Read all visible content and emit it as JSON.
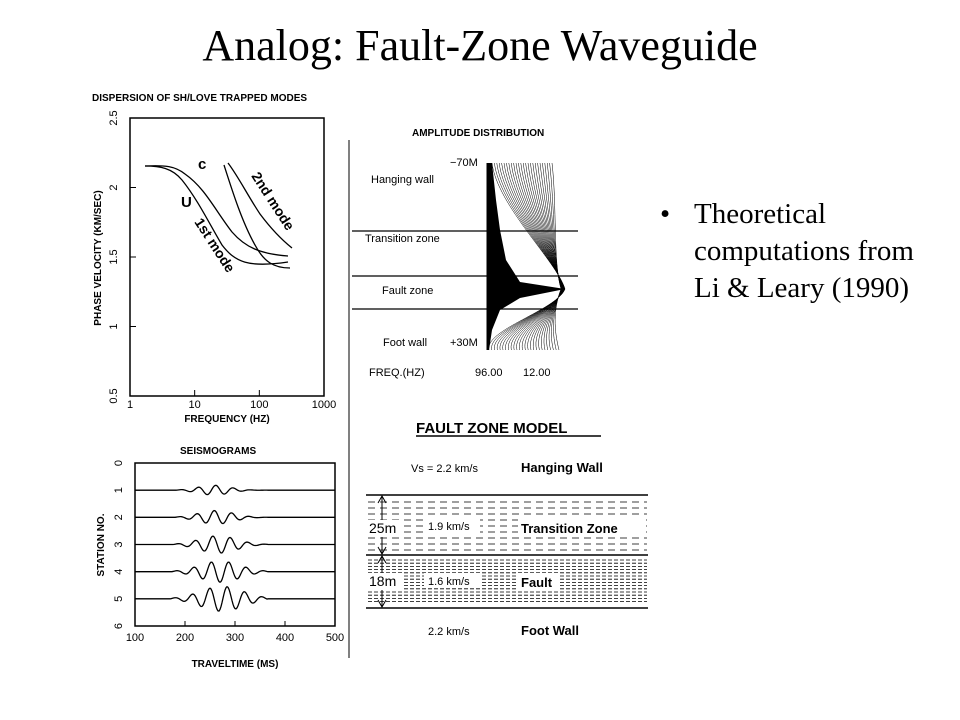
{
  "slide": {
    "title": "Analog:  Fault-Zone Waveguide",
    "bullets": [
      "Theoretical computations from Li & Leary (1990)"
    ]
  },
  "dispersion": {
    "title": "DISPERSION OF SH/LOVE TRAPPED MODES",
    "ylabel": "PHASE VELOCITY (KM/SEC)",
    "xlabel": "FREQUENCY (HZ)",
    "yticks": [
      "0.5",
      "1",
      "1.5",
      "2",
      "2.5"
    ],
    "xticks": [
      "1",
      "10",
      "100",
      "1000"
    ],
    "labels": {
      "c": "c",
      "u": "U",
      "mode2": "2nd mode",
      "mode1": "1st mode"
    }
  },
  "amplitude": {
    "title": "AMPLITUDE DISTRIBUTION",
    "top_depth": "−70M",
    "bottom_depth": "+30M",
    "zones": [
      "Hanging wall",
      "Transition zone",
      "Fault zone",
      "Foot wall"
    ],
    "freq_label": "FREQ.(HZ)",
    "freq_left": "96.00",
    "freq_right": "12.00"
  },
  "seismograms": {
    "title": "SEISMOGRAMS",
    "ylabel": "STATION NO.",
    "xlabel": "TRAVELTIME (MS)",
    "xticks": [
      "100",
      "200",
      "300",
      "400",
      "500"
    ],
    "yticks": [
      "0",
      "1",
      "2",
      "3",
      "4",
      "5",
      "6"
    ]
  },
  "model": {
    "title": "FAULT ZONE MODEL",
    "hanging_vs": "Vs = 2.2 km/s",
    "hanging": "Hanging Wall",
    "transition_w": "25m",
    "transition_vs": "1.9 km/s",
    "transition": "Transition Zone",
    "fault_w": "18m",
    "fault_vs": "1.6 km/s",
    "fault": "Fault",
    "foot_vs": "2.2 km/s",
    "foot": "Foot Wall"
  }
}
